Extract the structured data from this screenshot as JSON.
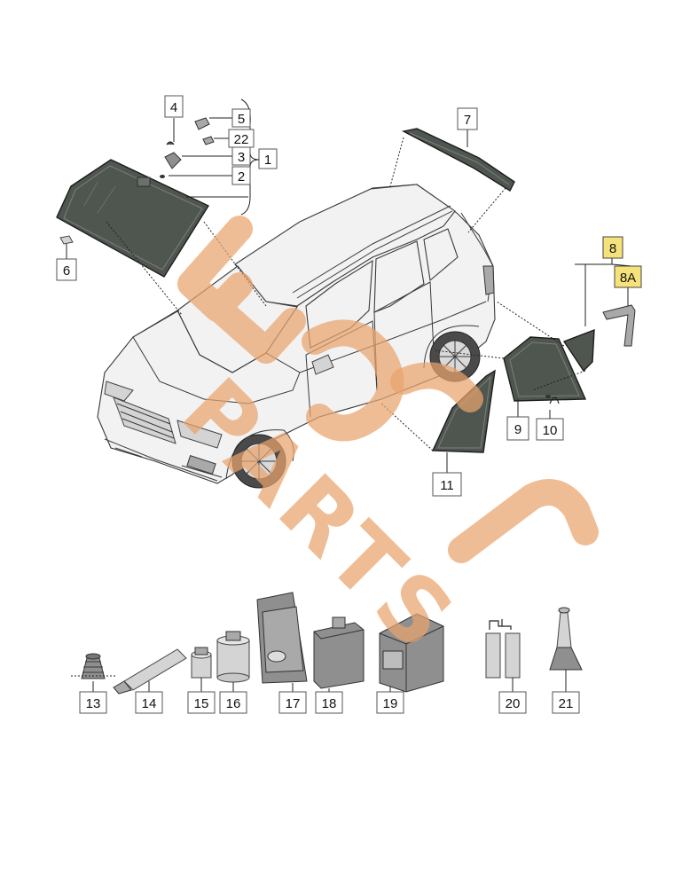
{
  "diagram": {
    "callouts": {
      "c1": "1",
      "c2": "2",
      "c3": "3",
      "c4": "4",
      "c5": "5",
      "c6": "6",
      "c7": "7",
      "c8": "8",
      "c8a": "8A",
      "c9": "9",
      "c10": "10",
      "c11": "11",
      "c13": "13",
      "c14": "14",
      "c15": "15",
      "c16": "16",
      "c17": "17",
      "c18": "18",
      "c19": "19",
      "c20": "20",
      "c21": "21",
      "c22": "22"
    },
    "highlight_color": "#f6e27a"
  },
  "watermark": {
    "text": "PARTS",
    "color": "#e9a36c"
  }
}
